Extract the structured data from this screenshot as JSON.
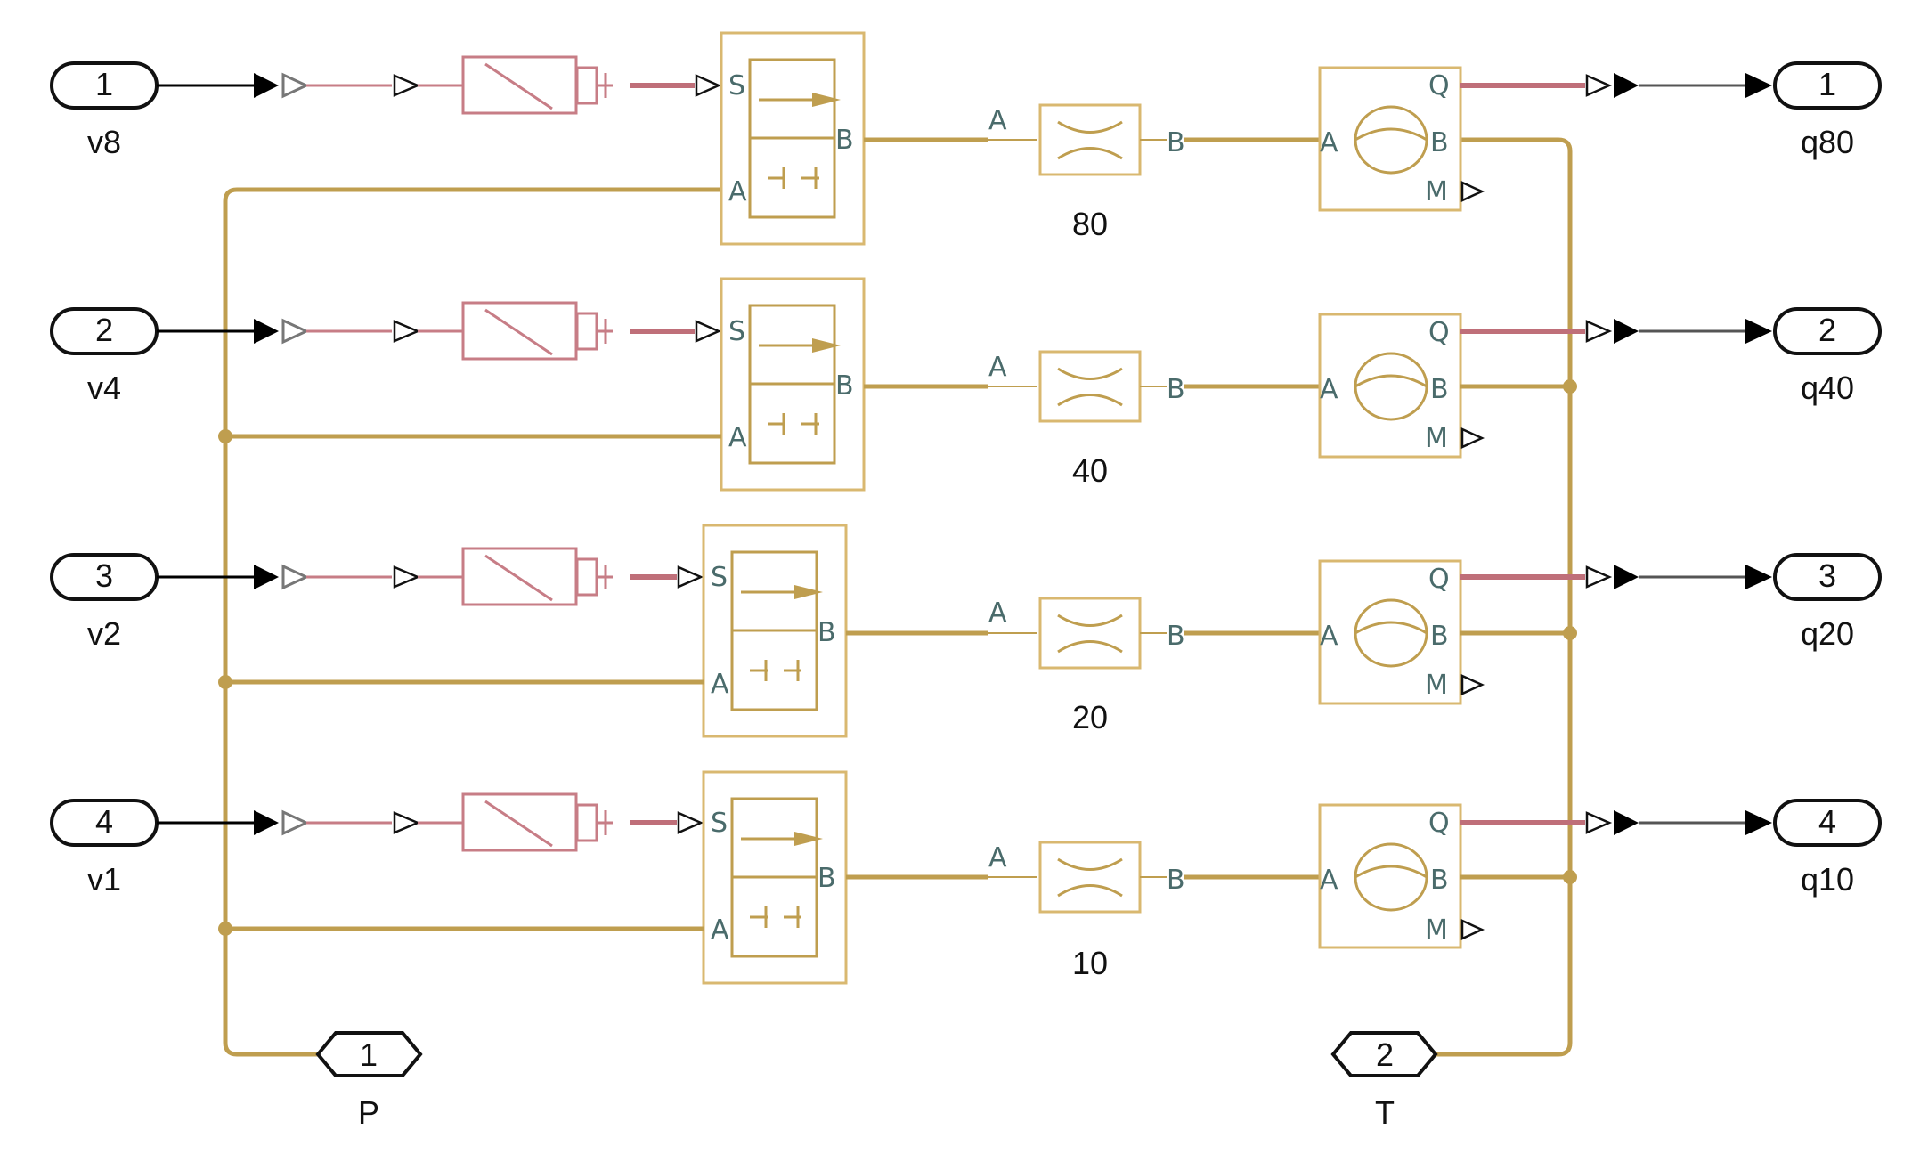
{
  "inports": [
    {
      "num": "1",
      "name": "v8"
    },
    {
      "num": "2",
      "name": "v4"
    },
    {
      "num": "3",
      "name": "v2"
    },
    {
      "num": "4",
      "name": "v1"
    }
  ],
  "outports": [
    {
      "num": "1",
      "name": "q80"
    },
    {
      "num": "2",
      "name": "q40"
    },
    {
      "num": "3",
      "name": "q20"
    },
    {
      "num": "4",
      "name": "q10"
    }
  ],
  "orifices": [
    "80",
    "40",
    "20",
    "10"
  ],
  "conn_ports": [
    {
      "num": "1",
      "name": "P"
    },
    {
      "num": "2",
      "name": "T"
    }
  ],
  "port_labels": {
    "s": "S",
    "a": "A",
    "b": "B",
    "q": "Q",
    "m": "M"
  },
  "colors": {
    "hydraulic": "#bf9e4f",
    "physical_signal": "#c77d86",
    "signal": "#000000",
    "block_border": "#d9b870",
    "port_text": "#4a6b6b"
  }
}
